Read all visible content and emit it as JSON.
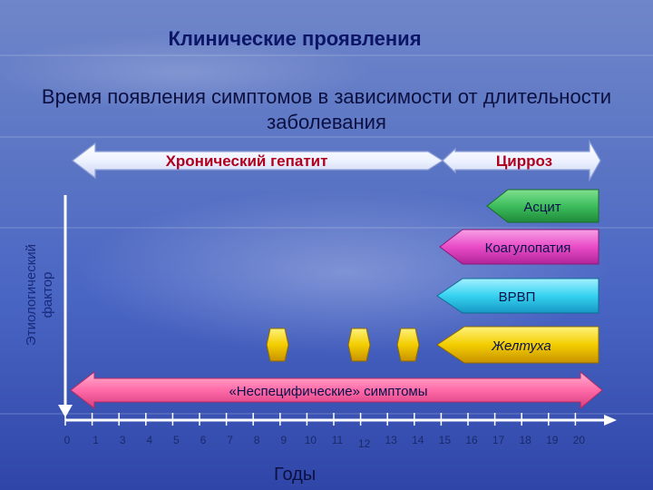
{
  "title": "Клинические проявления",
  "subtitle": "Время появления симптомов в зависимости от длительности заболевания",
  "phases": {
    "hepatitis": "Хронический гепатит",
    "cirrhosis": "Цирроз"
  },
  "y_axis_label": "Этиологический фактор",
  "x_axis_label": "Годы",
  "ticks": [
    "0",
    "1",
    "3",
    "4",
    "5",
    "6",
    "7",
    "8",
    "9",
    "10",
    "11",
    "12",
    "13",
    "14",
    "15",
    "16",
    "17",
    "18",
    "19",
    "20"
  ],
  "symptoms": {
    "ascites": "Асцит",
    "coagulopathy": "Коагулопатия",
    "varices": "ВРВП",
    "jaundice": "Желтуха",
    "nonspecific": "«Неспецифические» симптомы"
  },
  "colors": {
    "ascites": "#3dbd5c",
    "coagulopathy": "#e94cc7",
    "varices": "#35d2f0",
    "jaundice": "#f3cd00",
    "nonspecific": "#ff6aa8",
    "title": "#0c1566",
    "phase_text": "#b0001e"
  }
}
